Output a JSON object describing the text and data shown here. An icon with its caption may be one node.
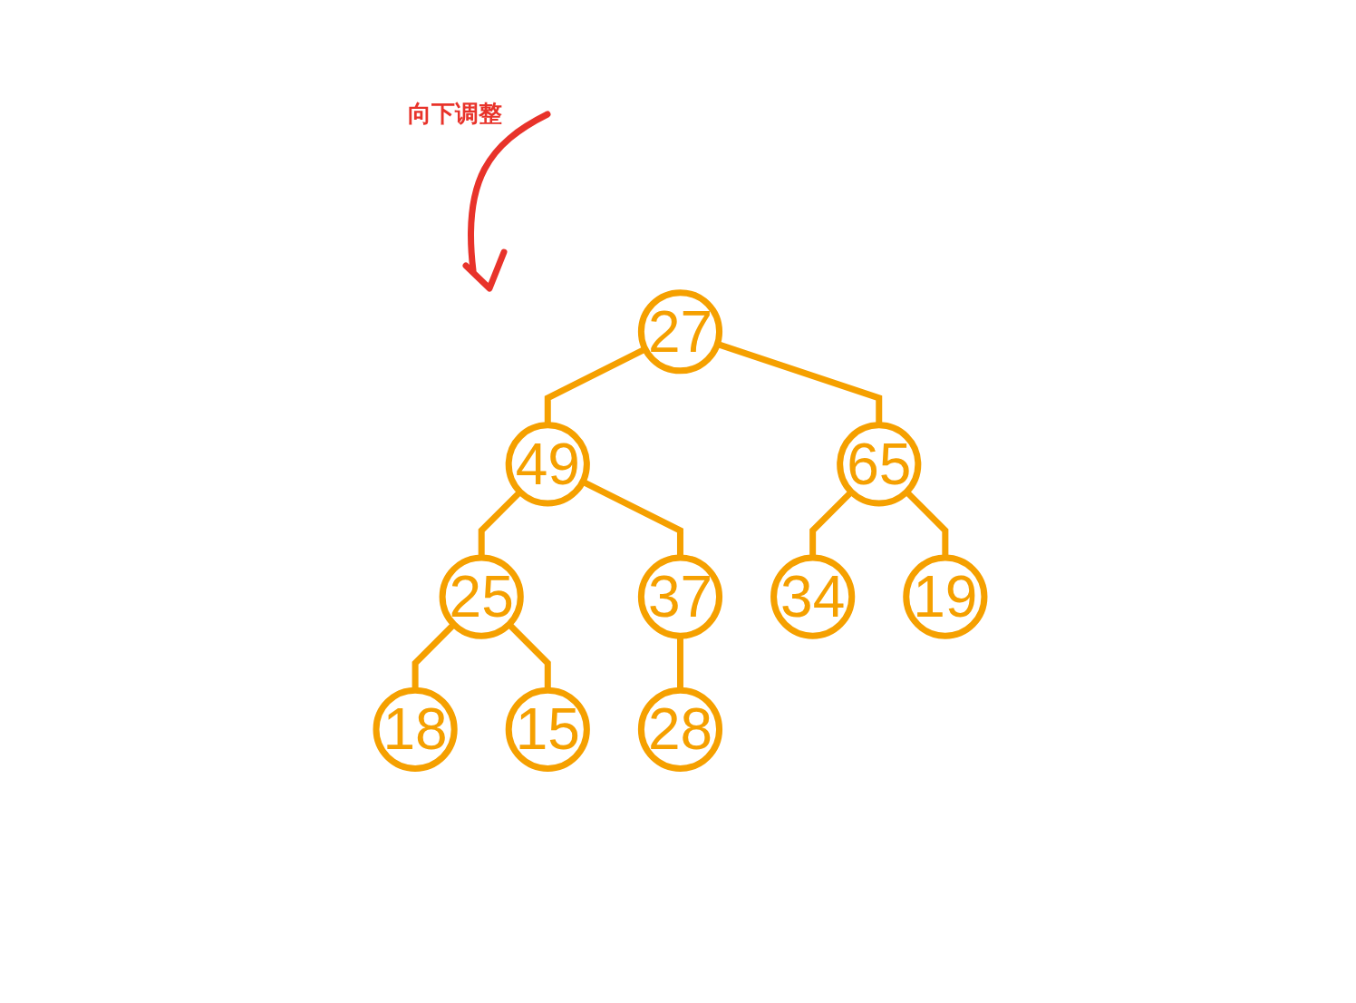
{
  "diagram": {
    "nodes": [
      {
        "text": [
          "27"
        ]
      },
      {
        "text": [
          "49"
        ]
      },
      {
        "text": [
          "65"
        ]
      },
      {
        "text": [
          "25"
        ]
      },
      {
        "text": [
          "37"
        ]
      },
      {
        "text": [
          "34"
        ]
      },
      {
        "text": [
          "19"
        ]
      },
      {
        "text": [
          "18"
        ]
      },
      {
        "text": [
          "15"
        ]
      },
      {
        "text": [
          "28"
        ]
      }
    ],
    "edges": [
      {
        "from": 0,
        "to": 1,
        "arrow": "none"
      },
      {
        "from": 0,
        "to": 2,
        "arrow": "none"
      },
      {
        "from": 1,
        "to": 3,
        "arrow": "none"
      },
      {
        "from": 1,
        "to": 4,
        "arrow": "none"
      },
      {
        "from": 2,
        "to": 5,
        "arrow": "none"
      },
      {
        "from": 2,
        "to": 6,
        "arrow": "none"
      },
      {
        "from": 3,
        "to": 7,
        "arrow": "none"
      },
      {
        "from": 3,
        "to": 8,
        "arrow": "none"
      },
      {
        "from": 4,
        "to": 9,
        "arrow": "none"
      }
    ],
    "labels": [
      "向下调整"
    ]
  }
}
